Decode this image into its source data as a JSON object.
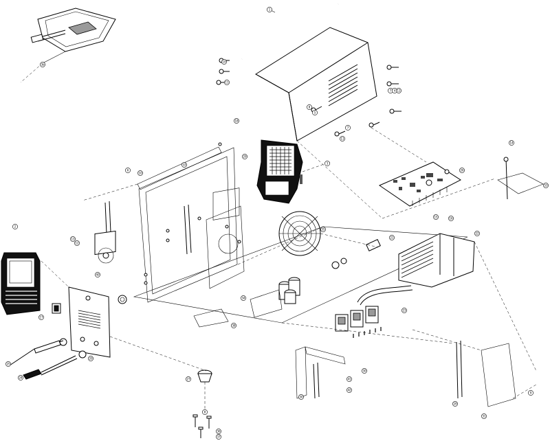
{
  "callouts": [
    {
      "id": "c-tray",
      "label": "3b"
    },
    {
      "id": "c-handle",
      "label": "1"
    },
    {
      "id": "c-cover",
      "label": "18"
    },
    {
      "id": "c-scr-tl1",
      "label": "19"
    },
    {
      "id": "c-scr-tl2",
      "label": "11"
    },
    {
      "id": "c-scr-tr1",
      "label": "7"
    },
    {
      "id": "c-scr-tr2",
      "label": "4"
    },
    {
      "id": "c-scr-tr3",
      "label": "11"
    },
    {
      "id": "c-scr-m1",
      "label": "8"
    },
    {
      "id": "c-scr-m2",
      "label": "5"
    },
    {
      "id": "c-scr-m3",
      "label": "7"
    },
    {
      "id": "c-scr-m4",
      "label": "11"
    },
    {
      "id": "c-rear-panel",
      "label": "3"
    },
    {
      "id": "c-fan-guard",
      "label": "55"
    },
    {
      "id": "c-frame",
      "label": "33"
    },
    {
      "id": "c-partition",
      "label": "29"
    },
    {
      "id": "c-pcb",
      "label": "26"
    },
    {
      "id": "c-bracket-r",
      "label": "53"
    },
    {
      "id": "c-screw-r",
      "label": "14"
    },
    {
      "id": "c-front-panel",
      "label": "2"
    },
    {
      "id": "c-fan",
      "label": "40"
    },
    {
      "id": "c-knob",
      "label": "17"
    },
    {
      "id": "c-capacitors",
      "label": "34"
    },
    {
      "id": "c-transformer",
      "label": "23"
    },
    {
      "id": "c-heatsink",
      "label": "22"
    },
    {
      "id": "c-foot",
      "label": "27"
    },
    {
      "id": "c-clamp1",
      "label": "25"
    },
    {
      "id": "c-clamp2",
      "label": "24"
    },
    {
      "id": "c-socket",
      "label": "21"
    },
    {
      "id": "c-side-panel",
      "label": "31"
    },
    {
      "id": "c-bar",
      "label": "30"
    },
    {
      "id": "c-bar2",
      "label": "29"
    },
    {
      "id": "c-plate",
      "label": "38"
    },
    {
      "id": "c-small1",
      "label": "15"
    },
    {
      "id": "c-small2",
      "label": "16"
    },
    {
      "id": "c-small3",
      "label": "13"
    },
    {
      "id": "c-small4",
      "label": "12"
    },
    {
      "id": "c-small5",
      "label": "20"
    },
    {
      "id": "c-small6",
      "label": "9"
    },
    {
      "id": "c-small7",
      "label": "6"
    },
    {
      "id": "c-small8",
      "label": "10"
    },
    {
      "id": "c-bottom1",
      "label": "8"
    },
    {
      "id": "c-bottom2",
      "label": "36"
    },
    {
      "id": "c-bottom3",
      "label": "37"
    },
    {
      "id": "c-rear-bar",
      "label": "30"
    },
    {
      "id": "c-screw-b",
      "label": "41"
    },
    {
      "id": "c-screw-c",
      "label": "42"
    }
  ]
}
